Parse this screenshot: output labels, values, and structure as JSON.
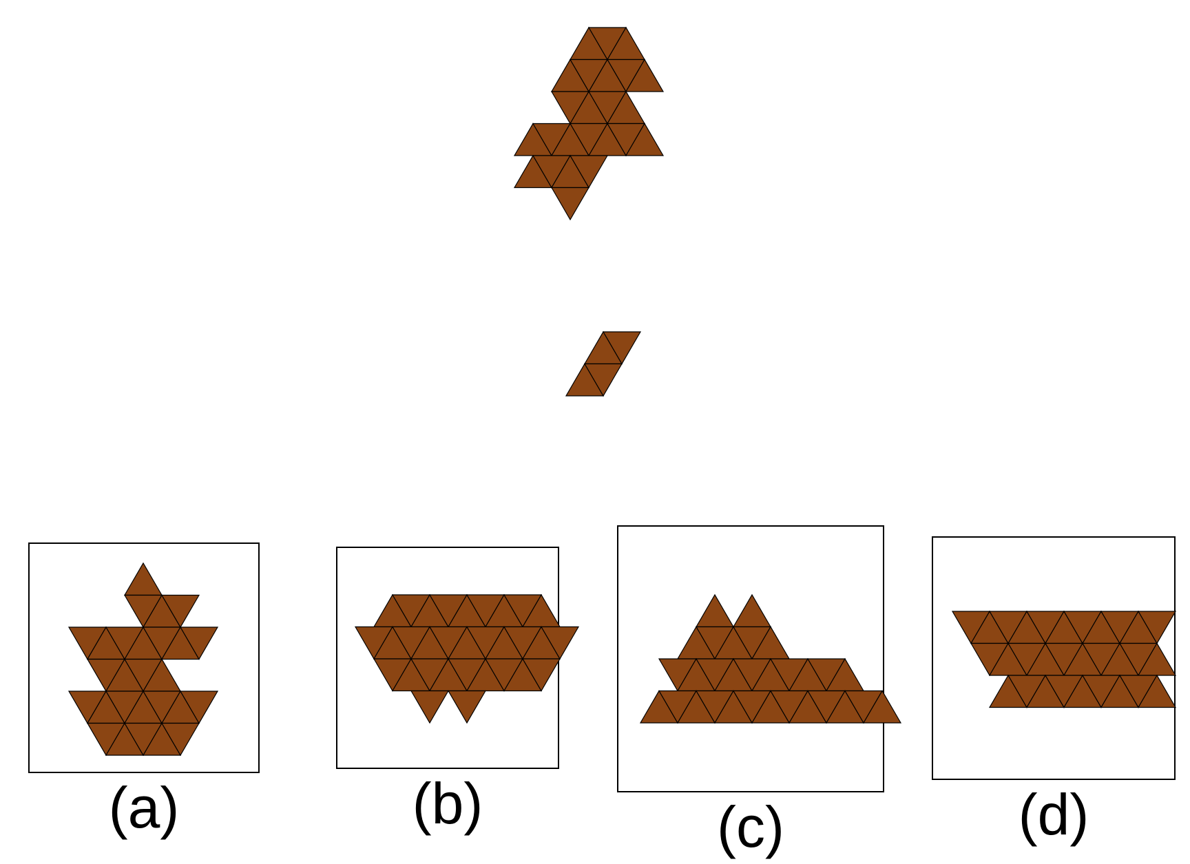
{
  "colors": {
    "tile_fill": "#8B4513",
    "tile_stroke": "#000000",
    "frame_stroke": "#000000",
    "background": "#ffffff"
  },
  "puzzle": {
    "shapes": [
      {
        "name": "target-figure"
      },
      {
        "name": "piece-figure"
      }
    ],
    "options": [
      {
        "id": "a",
        "label": "(a)"
      },
      {
        "id": "b",
        "label": "(b)"
      },
      {
        "id": "c",
        "label": "(c)"
      },
      {
        "id": "d",
        "label": "(d)"
      }
    ]
  }
}
